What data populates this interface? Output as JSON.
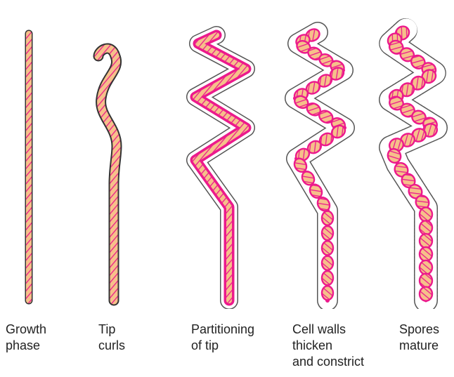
{
  "stages": [
    {
      "label": "Growth\nphase"
    },
    {
      "label": "Tip\ncurls"
    },
    {
      "label": "Partitioning\nof tip"
    },
    {
      "label": "Cell walls\nthicken\nand constrict"
    },
    {
      "label": "Spores\nmature"
    }
  ],
  "colors": {
    "fill": "#f6c08a",
    "pink": "#ec1a8c",
    "outline": "#333333",
    "sheath": "#555555"
  }
}
